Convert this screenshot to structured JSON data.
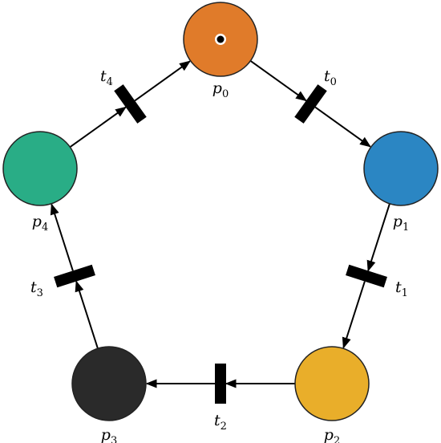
{
  "places": [
    {
      "id": "p0",
      "label_main": "p",
      "label_sub": "0",
      "color": "#E07B2A",
      "tokens": 1
    },
    {
      "id": "p1",
      "label_main": "p",
      "label_sub": "1",
      "color": "#2B86C3",
      "tokens": 0
    },
    {
      "id": "p2",
      "label_main": "p",
      "label_sub": "2",
      "color": "#E9AE2A",
      "tokens": 0
    },
    {
      "id": "p3",
      "label_main": "p",
      "label_sub": "3",
      "color": "#2A2A2A",
      "tokens": 0
    },
    {
      "id": "p4",
      "label_main": "p",
      "label_sub": "4",
      "color": "#29AD86",
      "tokens": 0
    }
  ],
  "transitions": [
    {
      "id": "t0",
      "label_main": "t",
      "label_sub": "0",
      "from": "p0",
      "to": "p1"
    },
    {
      "id": "t1",
      "label_main": "t",
      "label_sub": "1",
      "from": "p1",
      "to": "p2"
    },
    {
      "id": "t2",
      "label_main": "t",
      "label_sub": "2",
      "from": "p2",
      "to": "p3"
    },
    {
      "id": "t3",
      "label_main": "t",
      "label_sub": "3",
      "from": "p3",
      "to": "p4"
    },
    {
      "id": "t4",
      "label_main": "t",
      "label_sub": "4",
      "from": "p4",
      "to": "p0"
    }
  ],
  "colors": {
    "arc": "#000000",
    "transition": "#000000",
    "token": "#000000",
    "token_ring": "#ffffff"
  }
}
